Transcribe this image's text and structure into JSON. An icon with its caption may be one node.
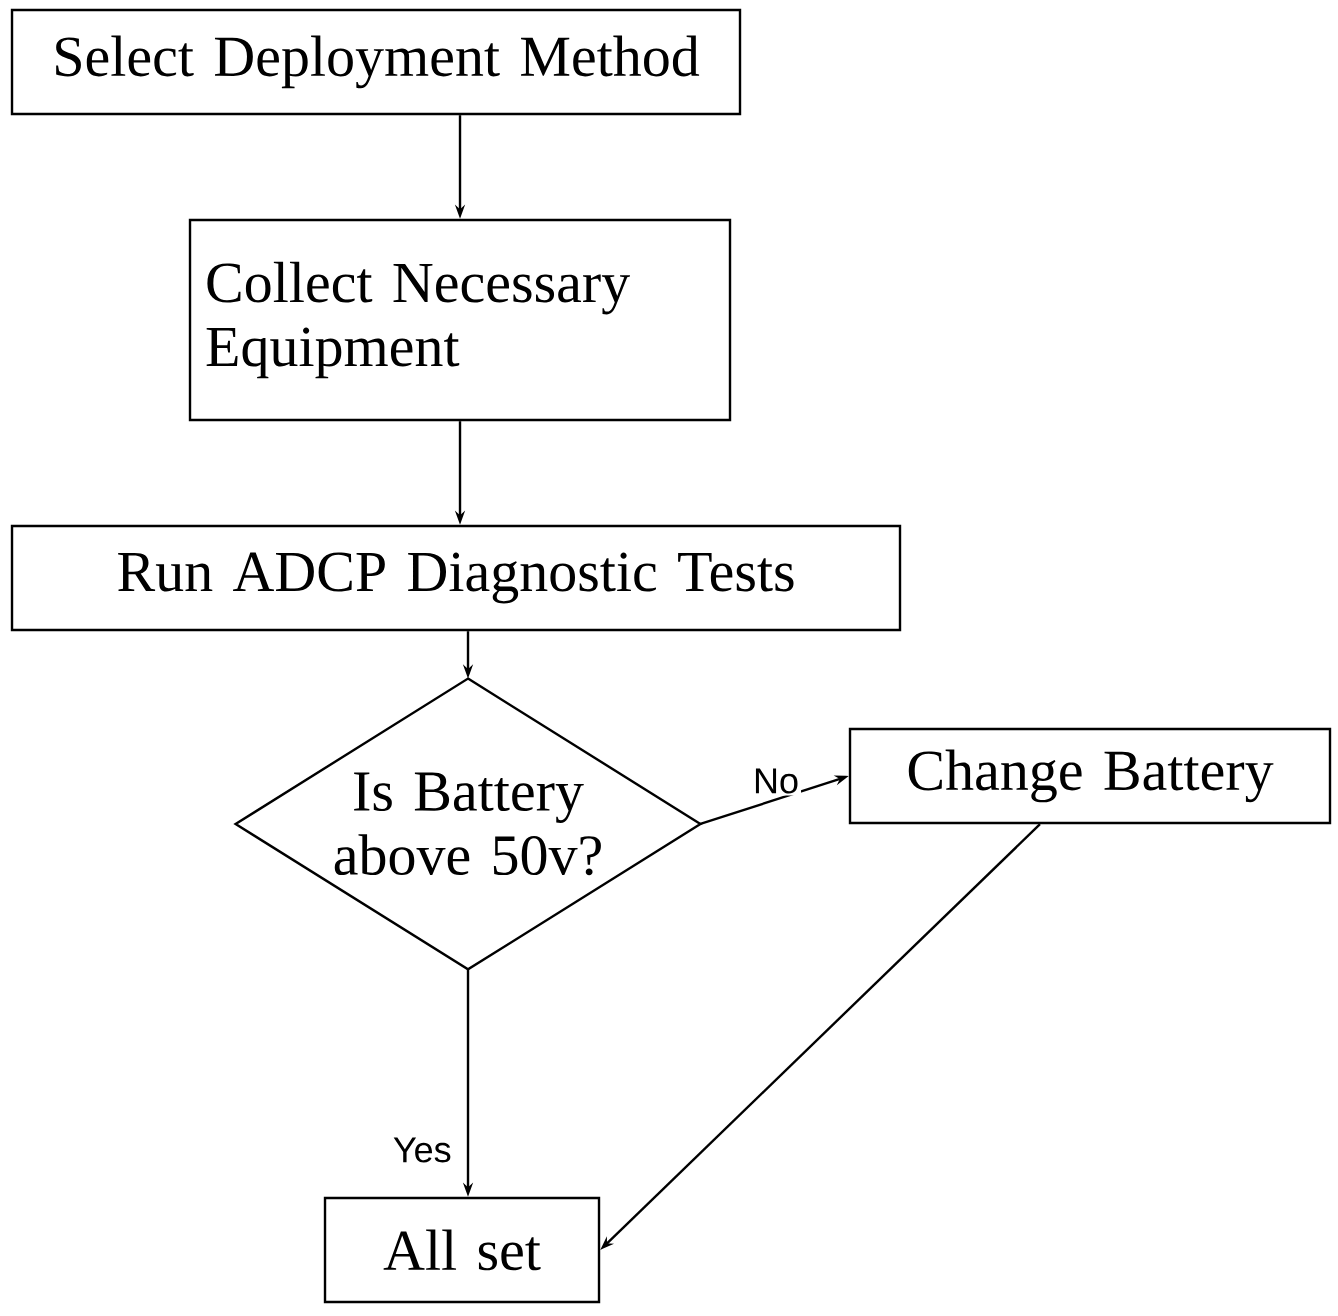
{
  "diagram": {
    "nodes": [
      {
        "text": [
          "Select Deployment Method"
        ]
      },
      {
        "text": [
          "Collect Necessary Equipment"
        ]
      },
      {
        "text": [
          "Run ADCP Diagnostic Tests"
        ]
      },
      {
        "text": [
          "Is Battery above 50v?"
        ]
      },
      {
        "text": [
          "Change Battery"
        ]
      },
      {
        "text": [
          "All set"
        ]
      }
    ],
    "edges": [
      {
        "from": 0,
        "to": 1,
        "arrow": "to"
      },
      {
        "from": 1,
        "to": 2,
        "arrow": "to"
      },
      {
        "from": 2,
        "to": 3,
        "arrow": "to"
      },
      {
        "from": 3,
        "to": 4,
        "arrow": "to",
        "label": "No"
      },
      {
        "from": 3,
        "to": 5,
        "arrow": "to",
        "label": "Yes"
      },
      {
        "from": 4,
        "to": 5,
        "arrow": "to"
      }
    ]
  }
}
